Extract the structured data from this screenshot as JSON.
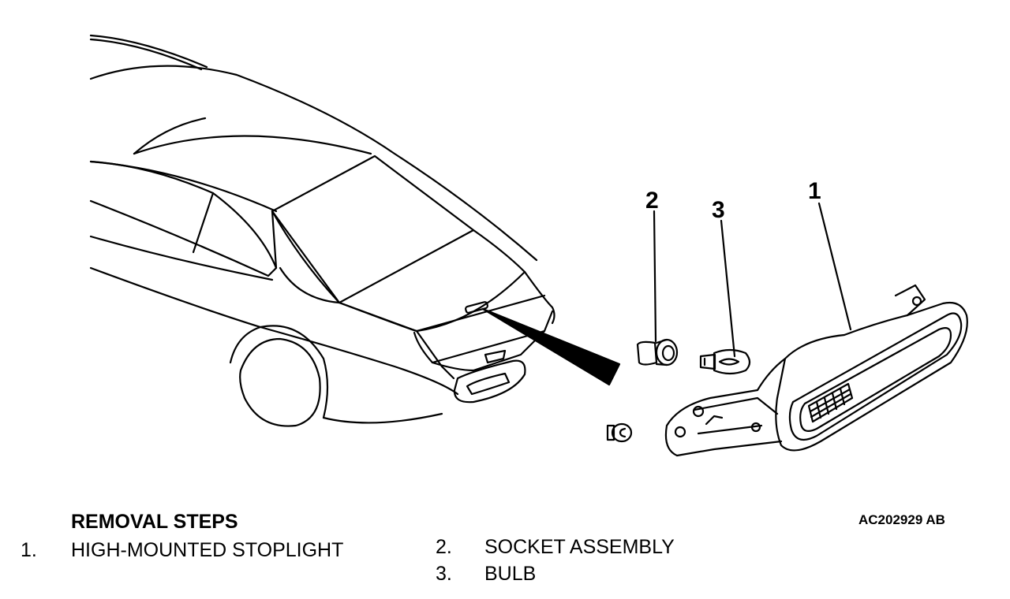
{
  "callouts": {
    "stoplight": "1",
    "socket": "2",
    "bulb": "3"
  },
  "removal": {
    "heading": "REMOVAL STEPS",
    "steps": [
      {
        "number": "1.",
        "label": "HIGH-MOUNTED STOPLIGHT"
      },
      {
        "number": "2.",
        "label": "SOCKET ASSEMBLY"
      },
      {
        "number": "3.",
        "label": "BULB"
      }
    ]
  },
  "figure_code": "AC202929 AB"
}
